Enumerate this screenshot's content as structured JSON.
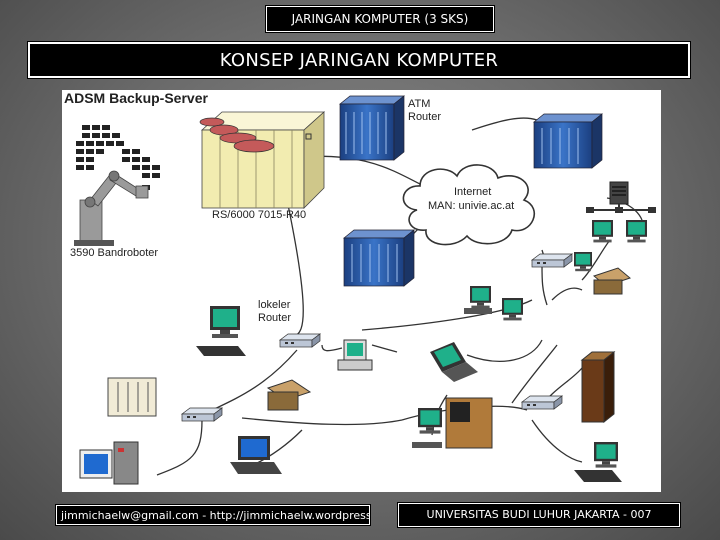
{
  "header": {
    "course_title": "JARINGAN KOMPUTER (3 SKS)",
    "slide_title": "KONSEP JARINGAN KOMPUTER"
  },
  "diagram": {
    "server_heading": "ADSM Backup-Server",
    "atm_router_line1": "ATM",
    "atm_router_line2": "Router",
    "internet_line1": "Internet",
    "internet_line2": "MAN: univie.ac.at",
    "rs6000_label": "RS/6000 7015-R40",
    "bandroboter_label": "3590 Bandroboter",
    "local_router_line1": "lokeler",
    "local_router_line2": "Router"
  },
  "footer": {
    "contact": "jimmichaelw@gmail.com - http://jimmichaelw.wordpress.com",
    "university": "UNIVERSITAS BUDI LUHUR JAKARTA - 007"
  },
  "colors": {
    "background": "#6a6a6a",
    "title_bg": "#000000",
    "cabinet": "#2a5aa8",
    "server_cream": "#f2ecb0",
    "screen_green": "#1fb08a"
  }
}
